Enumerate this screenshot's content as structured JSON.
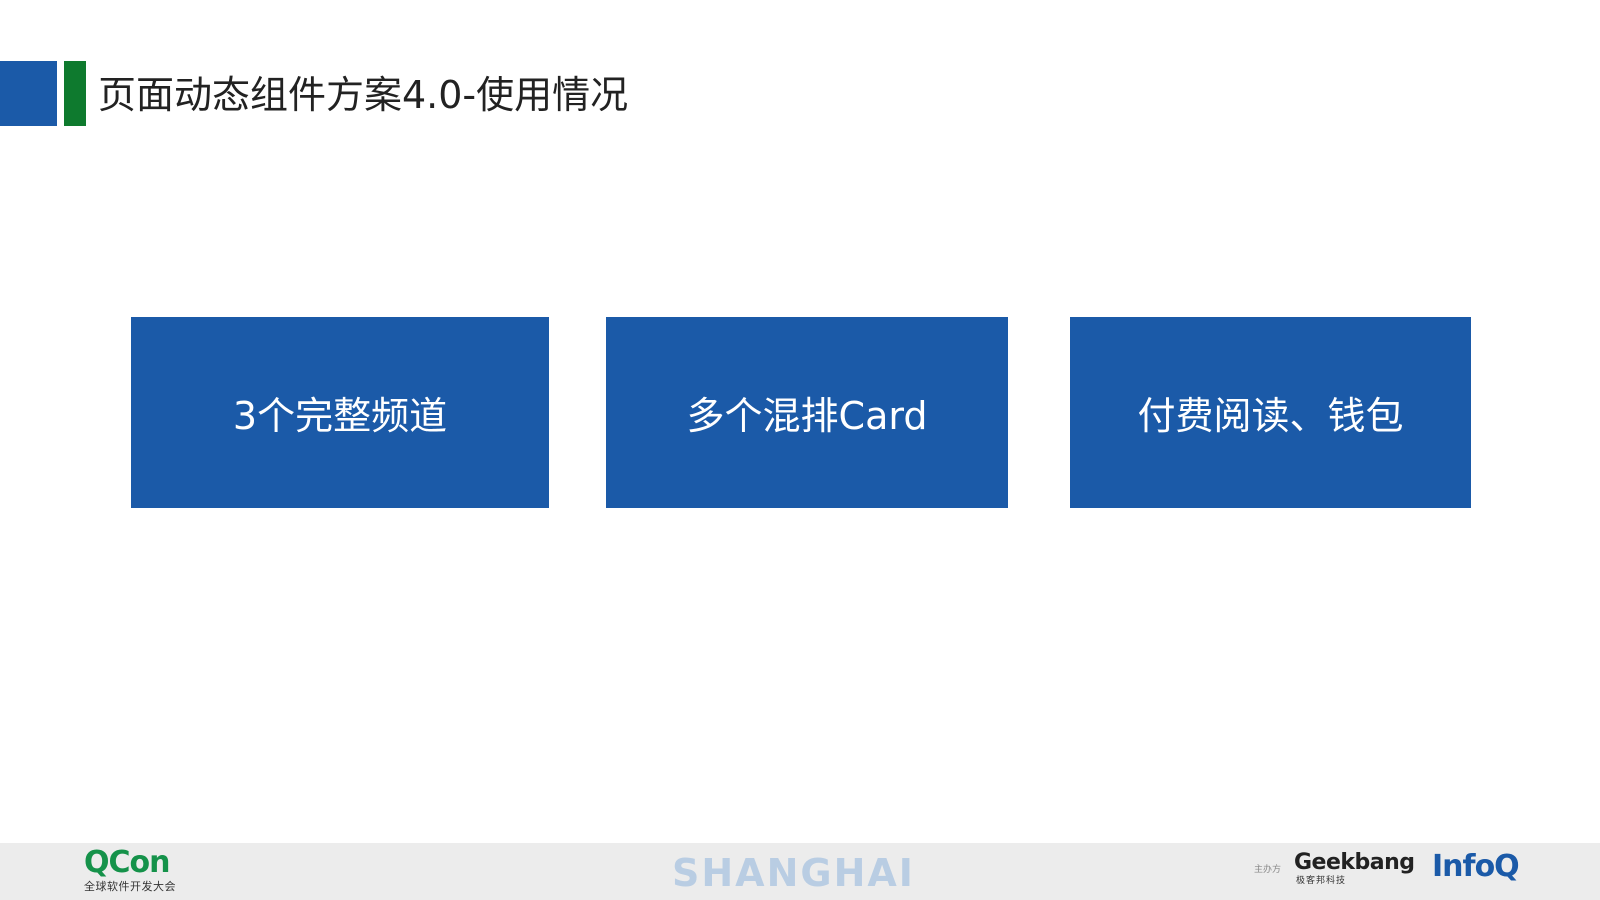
{
  "title": "页面动态组件方案4.0-使用情况",
  "cards": [
    {
      "label": "3个完整频道"
    },
    {
      "label": "多个混排Card"
    },
    {
      "label": "付费阅读、钱包"
    }
  ],
  "footer": {
    "qcon_logo_text": "QCon",
    "qcon_subtitle": "全球软件开发大会",
    "city": "SHANGHAI",
    "organizer_label": "主办方",
    "geekbang_logo_text": "Geekbang",
    "geekbang_subtitle": "极客邦科技",
    "infoq_logo_text": "InfoQ"
  },
  "colors": {
    "accent_blue": "#1b5aa8",
    "accent_green": "#0e7a2e",
    "card_text": "#ffffff",
    "footer_bg": "#ececec"
  }
}
